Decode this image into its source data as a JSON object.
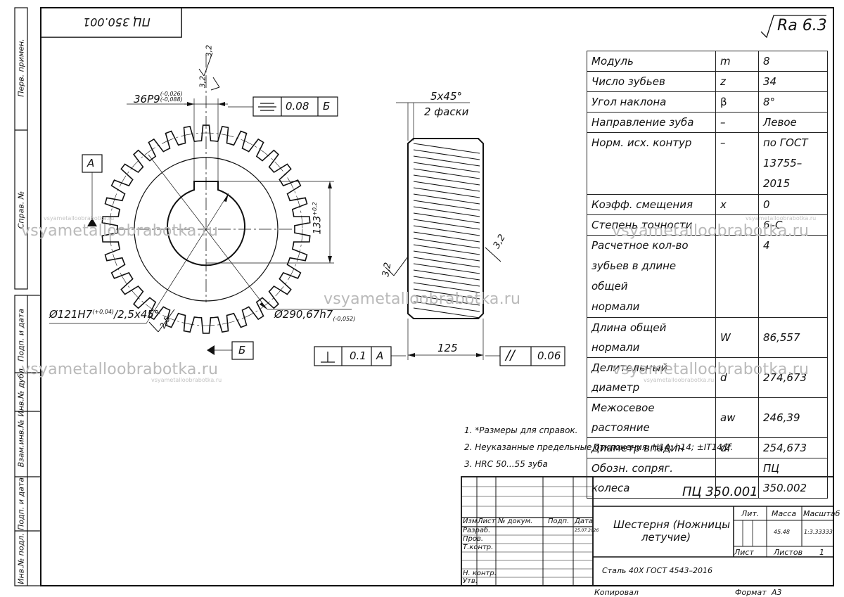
{
  "stamp_mirrored": "ПЦ 350.001",
  "roughness": "Ra 6.3",
  "side_labels": [
    "Перв. примен.",
    "Справ. №",
    "Подп. и дата",
    "Инв.№ дубл.",
    "Взам.инв.№",
    "Подп. и дата",
    "Инв.№ подл."
  ],
  "params": {
    "rows": [
      {
        "name": "Модуль",
        "sym": "m",
        "val": "8"
      },
      {
        "name": "Число зубьев",
        "sym": "z",
        "val": "34"
      },
      {
        "name": "Угол наклона",
        "sym": "β",
        "val": "8°"
      },
      {
        "name": "Направление зуба",
        "sym": "–",
        "val": "Левое"
      },
      {
        "name": "Норм. исх. контур",
        "sym": "–",
        "val_line1": "по ГОСТ",
        "val_line2": "13755–2015"
      },
      {
        "name": "Коэфф. смещения",
        "sym": "x",
        "val": "0"
      },
      {
        "name": "Степень точности",
        "sym": "",
        "val": "6–С"
      },
      {
        "name_line1": "Расчетное кол-во",
        "name_line2": "зубьев в длине общей",
        "name_line3": "нормали",
        "sym": "",
        "val": "4"
      },
      {
        "name": "Длина общей нормали",
        "sym": "W",
        "val": "86,557"
      },
      {
        "name": "Делительный диаметр",
        "sym": "d",
        "val": "274,673"
      },
      {
        "name": "Межосевое растояние",
        "sym": "aw",
        "val": "246,39"
      },
      {
        "name": "Диаметр впадин",
        "sym": "df",
        "val": "254,673"
      },
      {
        "name": "Обозн. сопряг. колеса",
        "sym": "",
        "val": "ПЦ 350.002"
      }
    ]
  },
  "dims": {
    "keyway": "36P9",
    "keyway_upper": "(-0,026)",
    "keyway_lower": "(-0,088)",
    "keyway_rough": "3,2",
    "keyway_rough2": "3,2",
    "sym_tol_value": "0.08",
    "sym_tol_base": "Б",
    "datum_a": "А",
    "datum_b": "Б",
    "height": "133",
    "height_tol": "+0,2",
    "bore": "Ø121H7",
    "bore_tol": "(+0,04)",
    "bore_chamfer": "/2,5x45°",
    "bore_rough": "2,5",
    "outer": "Ø290,67h7",
    "outer_tol": "(-0,052)",
    "chamfer": "5x45°",
    "chamfer_note": "2 фаски",
    "face_rough": "3,2",
    "tooth_rough": "3,2",
    "width": "125",
    "perp_value": "0.1",
    "perp_base": "А",
    "par_value": "0.06",
    "par_symbol": "//"
  },
  "notes": [
    "1. *Размеры для справок.",
    "2. Неуказанные предельные отклонения: H14; h14; ±IT14/2.",
    "3. HRC 50...55 зуба"
  ],
  "title_block": {
    "designation": "ПЦ 350.001",
    "name_line1": "Шестерня (Ножницы",
    "name_line2": "летучие)",
    "material": "Сталь 40Х ГОСТ 4543–2016",
    "col_izm": "Изм.",
    "col_list": "Лист",
    "col_doc": "№ докум.",
    "col_podp": "Подп.",
    "col_data": "Дата",
    "row_razrab": "Разраб.",
    "row_prov": "Пров.",
    "row_tkontr": "Т.контр.",
    "row_nkontr": "Н. контр.",
    "row_utv": "Утв.",
    "date": "25.07.2026",
    "lit": "Лит.",
    "massa": "Масса",
    "masshtab": "Масштаб",
    "massa_val": "45.48",
    "masshtab_val": "1:3.33333",
    "sheet_label": "Лист",
    "sheets_label": "Листов",
    "sheets_val": "1",
    "copied": "Копировал",
    "format": "Формат",
    "format_val": "А3"
  },
  "watermark": {
    "text": "vsyametalloobrabotka.ru"
  }
}
